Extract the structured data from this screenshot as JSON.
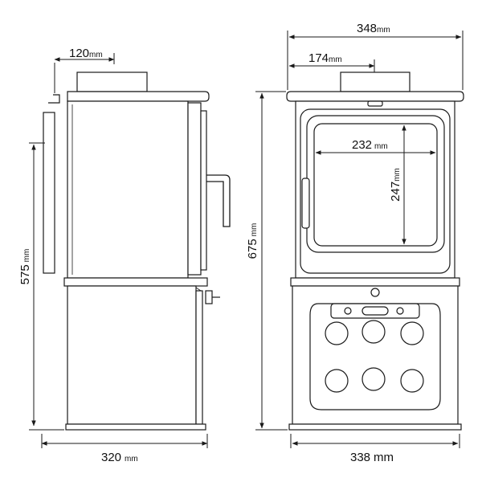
{
  "drawing": {
    "line_color": "#1a1a1a",
    "fill_color": "#ffffff",
    "side_view": {
      "flue_width": {
        "value": "120",
        "unit": "mm"
      },
      "leg_height": {
        "value": "575",
        "unit": "mm"
      },
      "depth": {
        "value": "320",
        "unit": "mm"
      }
    },
    "front_view": {
      "overall_width": {
        "value": "348",
        "unit": "mm"
      },
      "flue_offset": {
        "value": "174",
        "unit": "mm"
      },
      "overall_height": {
        "value": "675",
        "unit": "mm"
      },
      "glass_width": {
        "value": "232",
        "unit": "mm"
      },
      "glass_height": {
        "value": "247",
        "unit": "mm"
      },
      "base_width": {
        "value": "338",
        "unit": "mm"
      }
    }
  }
}
